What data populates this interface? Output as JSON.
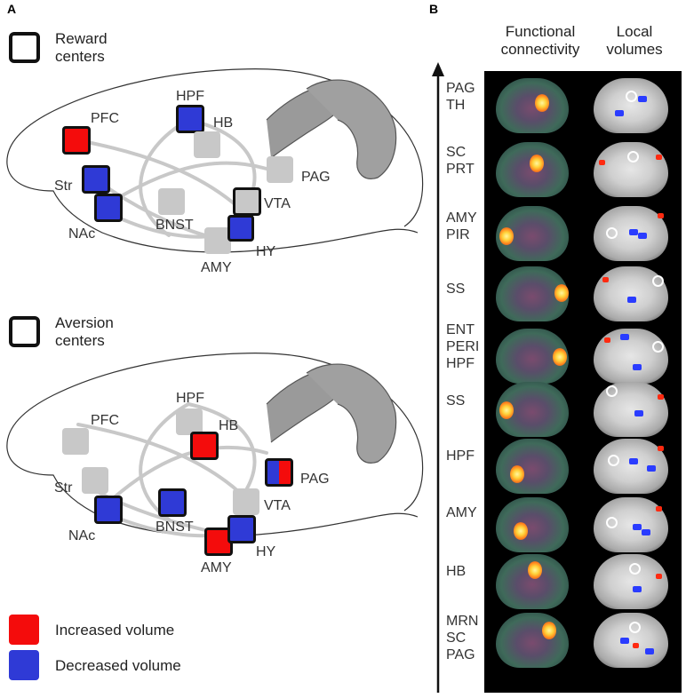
{
  "panels": {
    "a_letter": "A",
    "b_letter": "B"
  },
  "legend": {
    "reward": "Reward\ncenters",
    "aversion": "Aversion\ncenters",
    "increased": "Increased volume",
    "decreased": "Decreased volume"
  },
  "colors": {
    "increased": "#f40c0c",
    "decreased": "#2f3ad6",
    "unchanged": "#c8c8c8"
  },
  "top_map": {
    "labels": [
      "PFC",
      "HPF",
      "HB",
      "Str",
      "NAc",
      "BNST",
      "AMY",
      "HY",
      "VTA",
      "PAG"
    ]
  },
  "bottom_map": {
    "labels": [
      "PFC",
      "HPF",
      "HB",
      "Str",
      "NAc",
      "BNST",
      "AMY",
      "HY",
      "VTA",
      "PAG"
    ]
  },
  "panel_b": {
    "col_headers": [
      "Functional\nconnectivity",
      "Local\nvolumes"
    ],
    "rows": [
      "PAG\nTH",
      "SC\nPRT",
      "AMY\nPIR",
      "SS",
      "ENT\nPERI\nHPF",
      "SS",
      "HPF",
      "AMY",
      "HB",
      "MRN\nSC\nPAG"
    ]
  }
}
